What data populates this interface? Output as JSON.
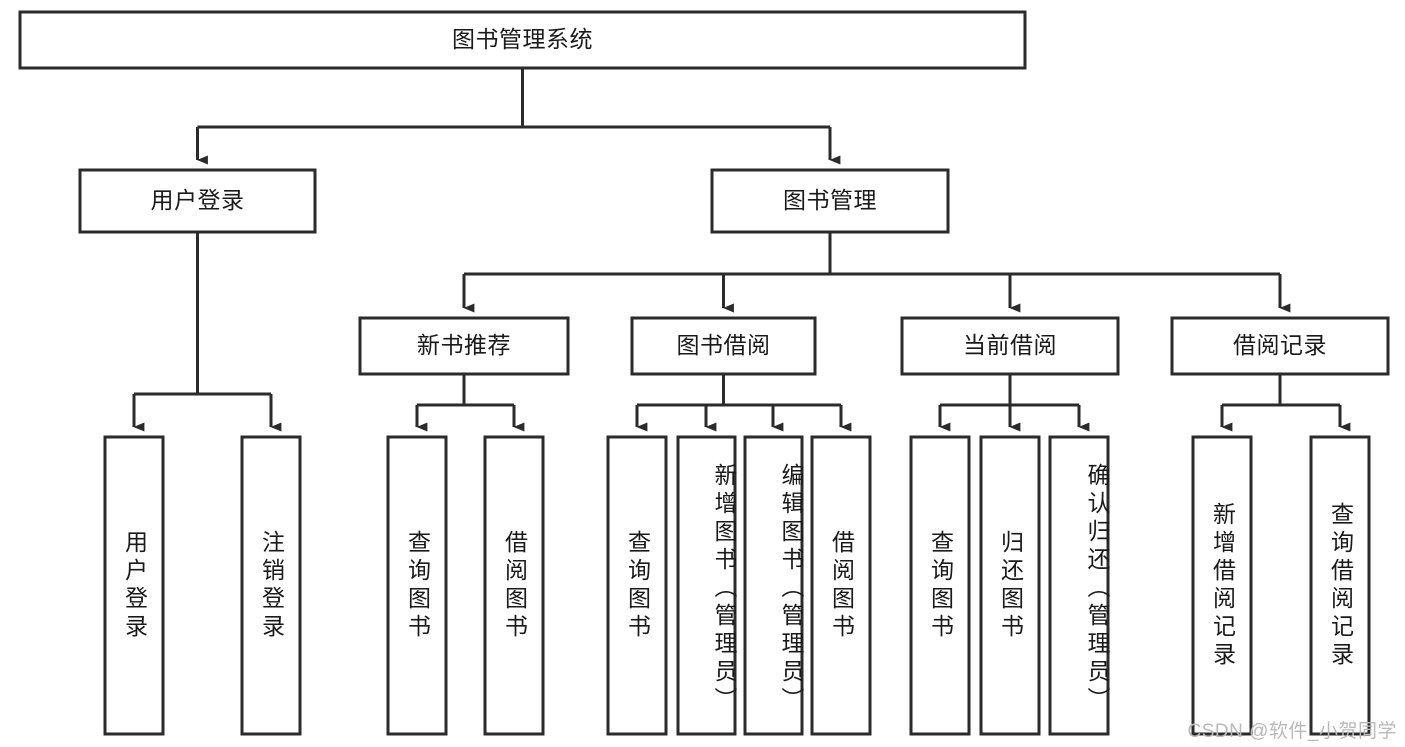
{
  "diagram": {
    "title": "图书管理系统",
    "type": "tree-hierarchy",
    "orientation": "top-down",
    "colors": {
      "background": "#ffffff",
      "box_fill": "#ffffff",
      "box_stroke": "#2b2b2b",
      "connector": "#2b2b2b",
      "text": "#1a1a1a",
      "watermark": "#b9b9b9"
    },
    "root": {
      "id": "root",
      "label": "图书管理系统"
    },
    "level2": [
      {
        "id": "user-login",
        "label": "用户登录"
      },
      {
        "id": "book-manage",
        "label": "图书管理"
      }
    ],
    "level3": [
      {
        "id": "new-book-recommend",
        "label": "新书推荐",
        "parent": "book-manage"
      },
      {
        "id": "book-borrow",
        "label": "图书借阅",
        "parent": "book-manage"
      },
      {
        "id": "current-borrow",
        "label": "当前借阅",
        "parent": "book-manage"
      },
      {
        "id": "borrow-record",
        "label": "借阅记录",
        "parent": "book-manage"
      }
    ],
    "leaves": {
      "user-login": [
        {
          "id": "leaf-user-login",
          "label": "用户登录"
        },
        {
          "id": "leaf-logout-login",
          "label": "注销登录"
        }
      ],
      "new-book-recommend": [
        {
          "id": "leaf-query-book-1",
          "label": "查询图书"
        },
        {
          "id": "leaf-borrow-book-1",
          "label": "借阅图书"
        }
      ],
      "book-borrow": [
        {
          "id": "leaf-query-book-2",
          "label": "查询图书"
        },
        {
          "id": "leaf-add-book-admin",
          "label": "新增图书（管理员）"
        },
        {
          "id": "leaf-edit-book-admin",
          "label": "编辑图书（管理员）"
        },
        {
          "id": "leaf-borrow-book-2",
          "label": "借阅图书"
        }
      ],
      "current-borrow": [
        {
          "id": "leaf-query-book-3",
          "label": "查询图书"
        },
        {
          "id": "leaf-return-book",
          "label": "归还图书"
        },
        {
          "id": "leaf-confirm-return-admin",
          "label": "确认归还（管理员）"
        }
      ],
      "borrow-record": [
        {
          "id": "leaf-add-borrow-record",
          "label": "新增借阅记录"
        },
        {
          "id": "leaf-query-borrow-record",
          "label": "查询借阅记录"
        }
      ]
    }
  },
  "watermark": {
    "text": "CSDN @软件_小贺同学"
  }
}
